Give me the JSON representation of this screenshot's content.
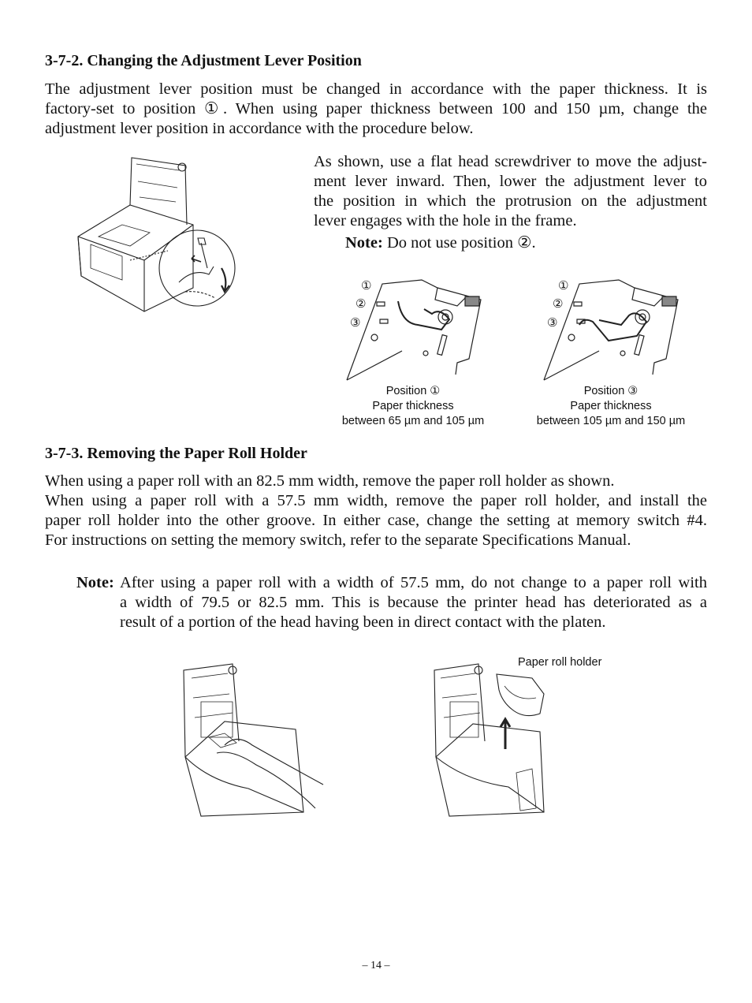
{
  "section_1": {
    "heading": "3-7-2. Changing the Adjustment Lever Position",
    "intro_lines": [
      "The adjustment lever position must be changed in accordance with the paper thickness. It is",
      "factory-set to position ①. When using paper thickness between 100 and 150 µm, change the",
      "adjustment lever position in accordance with the procedure below."
    ],
    "instruction_lines": [
      "As shown, use a flat head screwdriver to move the adjust-",
      "ment lever inward. Then, lower the adjustment lever to",
      "the position in which the protrusion on the adjustment",
      "lever engages with the hole in the frame."
    ],
    "note_label": "Note:",
    "note_text": "Do not use position ②.",
    "lever_diagrams": [
      {
        "markers": [
          "①",
          "②",
          "③"
        ],
        "caption_lines": [
          "Position ①",
          "Paper thickness",
          "between 65 µm and 105 µm"
        ]
      },
      {
        "markers": [
          "①",
          "②",
          "③"
        ],
        "caption_lines": [
          "Position ③",
          "Paper thickness",
          "between 105 µm and 150 µm"
        ]
      }
    ]
  },
  "section_2": {
    "heading": "3-7-3. Removing the Paper Roll Holder",
    "body_lines": [
      "When using a paper roll with an 82.5 mm width, remove the paper roll holder as shown.",
      "When using a paper roll with a 57.5 mm width, remove the paper roll holder, and install the",
      "paper roll holder into the other groove. In either case, change the setting at memory switch #4.",
      "For instructions on setting the memory switch, refer to the separate Specifications Manual."
    ],
    "note_label": "Note:",
    "note_lines": [
      "After using a paper roll with a width of 57.5 mm, do not change to a paper roll with",
      "a width of 79.5 or 82.5 mm. This is because the printer head has deteriorated as a",
      "result of a portion of the head having been in direct contact with the platen."
    ],
    "figure_label": "Paper roll holder"
  },
  "footer": {
    "page_number": "– 14 –"
  }
}
